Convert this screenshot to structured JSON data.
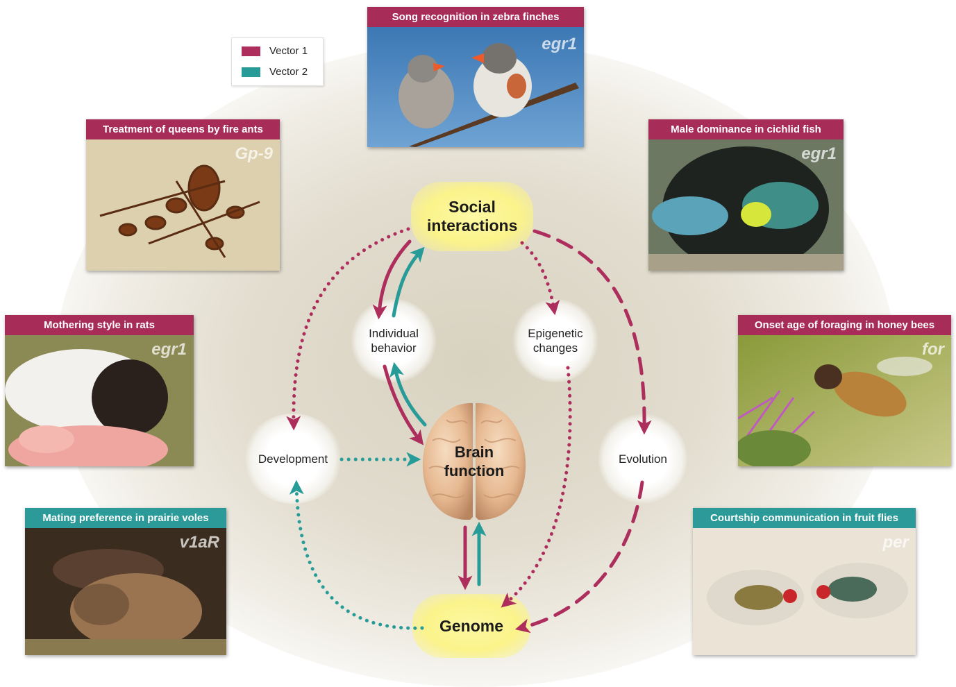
{
  "colors": {
    "vector1": "#ad2e5c",
    "vector2": "#279b98",
    "caption_vector1": "#a72c57",
    "caption_vector2": "#2b9a98",
    "node_highlight": "#fcf58f"
  },
  "legend": {
    "items": [
      {
        "label": "Vector 1",
        "color": "#ad2e5c"
      },
      {
        "label": "Vector 2",
        "color": "#279b98"
      }
    ]
  },
  "nodes": {
    "social": "Social interactions",
    "individual": "Individual behavior",
    "epigenetic": "Epigenetic changes",
    "development": "Development",
    "brain": "Brain function",
    "evolution": "Evolution",
    "genome": "Genome"
  },
  "panels": {
    "finches": {
      "caption": "Song recognition in zebra finches",
      "gene": "egr1",
      "caption_color": "vector1"
    },
    "ants": {
      "caption": "Treatment of queens by fire ants",
      "gene": "Gp-9",
      "caption_color": "vector1"
    },
    "cichlid": {
      "caption": "Male dominance in cichlid fish",
      "gene": "egr1",
      "caption_color": "vector1"
    },
    "rats": {
      "caption": "Mothering style in rats",
      "gene": "egr1",
      "caption_color": "vector1"
    },
    "bees": {
      "caption": "Onset age of foraging in honey bees",
      "gene": "for",
      "caption_color": "vector1"
    },
    "voles": {
      "caption": "Mating preference in prairie voles",
      "gene": "v1aR",
      "caption_color": "vector2"
    },
    "flies": {
      "caption": "Courtship communication in fruit flies",
      "gene": "per",
      "caption_color": "vector2"
    }
  }
}
